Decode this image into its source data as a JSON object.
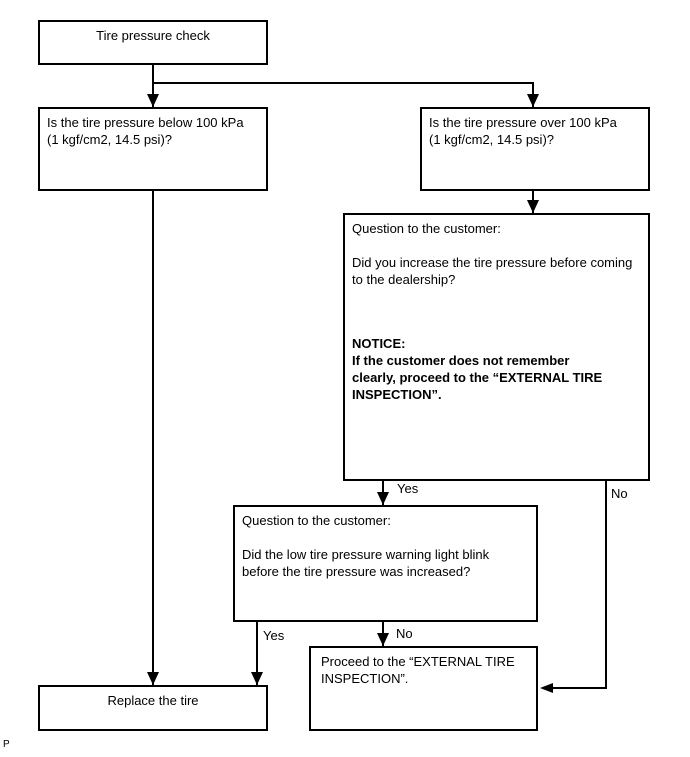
{
  "page": {
    "background": "#ffffff",
    "line_color": "#000000"
  },
  "footer": {
    "page_marker": "P"
  },
  "flowchart": {
    "boxes": {
      "start": {
        "text": "Tire pressure check"
      },
      "pressure_below": {
        "text": "Is the tire pressure below 100 kPa\n(1 kgf/cm2, 14.5 psi)?"
      },
      "pressure_over": {
        "text": "Is the tire pressure over 100 kPa\n(1 kgf/cm2, 14.5 psi)?"
      },
      "ask_increase": {
        "text": "Question to the customer:\n\nDid you increase the tire pressure before coming\nto the dealership?",
        "notice": "NOTICE:\nIf the customer does not remember\nclearly, proceed to the “EXTERNAL TIRE\nINSPECTION”."
      },
      "ask_warning_light": {
        "text": "Question to the customer:\n\nDid the low tire pressure warning light blink\nbefore the tire pressure was increased?"
      },
      "proceed_external": {
        "text": "Proceed to the “EXTERNAL TIRE\nINSPECTION”."
      },
      "replace_tire": {
        "text": "Replace the tire"
      }
    },
    "labels": {
      "yes_increase": "Yes",
      "no_increase": "No",
      "yes_warning": "Yes",
      "no_warning": "No"
    }
  }
}
